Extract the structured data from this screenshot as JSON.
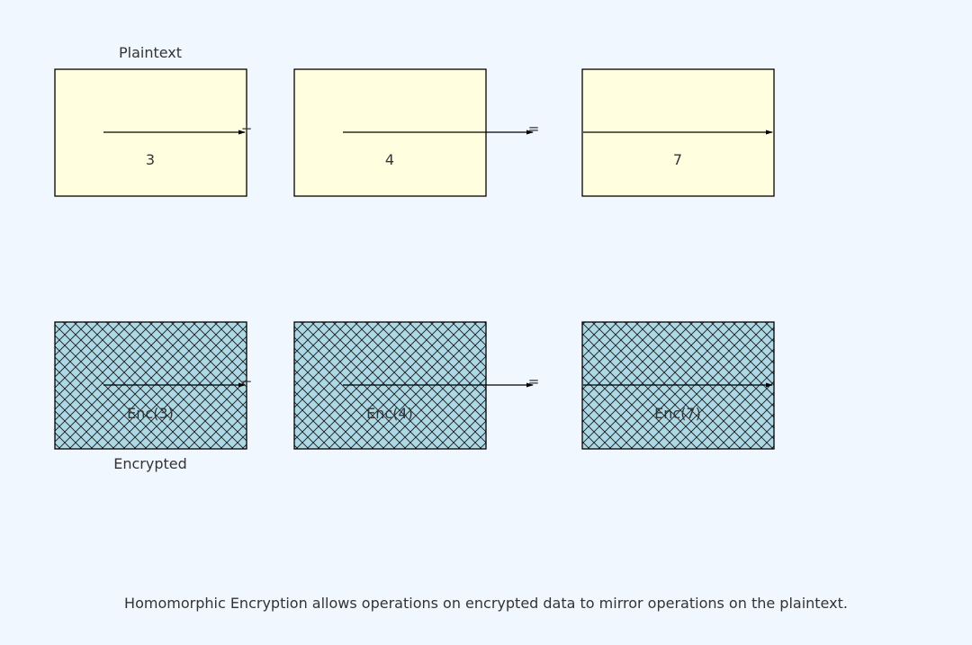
{
  "labels": {
    "plaintext_row": "Plaintext",
    "encrypted_row": "Encrypted",
    "caption": "Homomorphic Encryption allows operations on encrypted data to mirror operations on the plaintext."
  },
  "operators": {
    "plus": "+",
    "equals": "="
  },
  "plaintext": {
    "a": "3",
    "b": "4",
    "result": "7"
  },
  "encrypted": {
    "a": "Enc(3)",
    "b": "Enc(4)",
    "result": "Enc(7)"
  },
  "colors": {
    "background": "#f0f7ff",
    "plaintext_fill": "#ffffe0",
    "encrypted_fill": "#add8e6",
    "hatch": "#1a1a1a",
    "stroke": "#000000",
    "text": "#333333"
  }
}
